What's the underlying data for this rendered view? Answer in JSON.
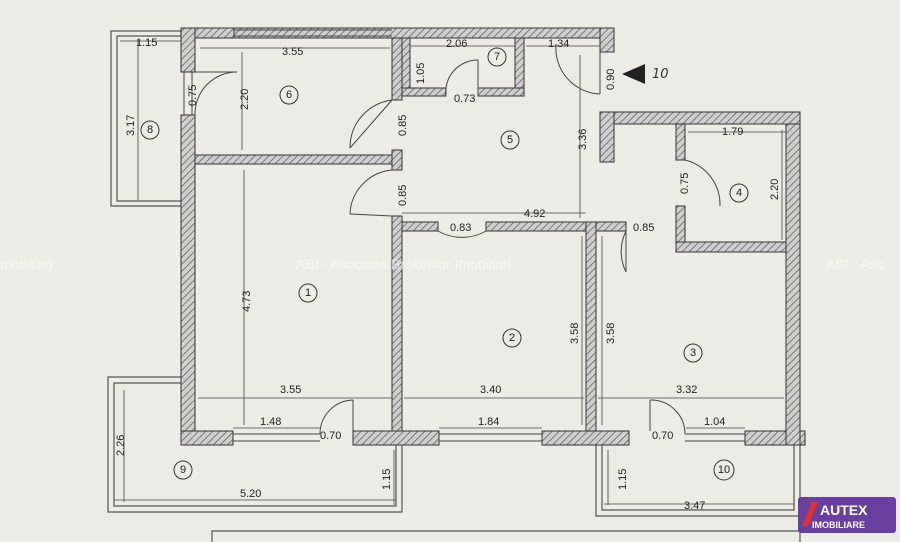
{
  "watermark": {
    "left": "mobiliari",
    "center": "ABI - Asociatia Brokerilor Imobiliari",
    "right": "ABI - Aso"
  },
  "handwritten_mark": "10",
  "logo": {
    "line1": "AUTEX",
    "line2": "IMOBILIARE",
    "color": "#6a3fa0"
  },
  "rooms": [
    {
      "id": "1",
      "label": "1"
    },
    {
      "id": "2",
      "label": "2"
    },
    {
      "id": "3",
      "label": "3"
    },
    {
      "id": "4",
      "label": "4"
    },
    {
      "id": "5",
      "label": "5"
    },
    {
      "id": "6",
      "label": "6"
    },
    {
      "id": "7",
      "label": "7"
    },
    {
      "id": "8",
      "label": "8"
    },
    {
      "id": "9",
      "label": "9"
    },
    {
      "id": "10",
      "label": "10"
    }
  ],
  "dimensions": {
    "d8_width": "1.15",
    "d6_width": "3.55",
    "d7_width": "2.06",
    "d_corridor_top": "1.34",
    "d_entry_door": "0.90",
    "d6_door": "0.75",
    "d6_height": "2.20",
    "d8_height": "3.17",
    "d7_door": "1.05",
    "d7_bottom": "0.73",
    "d5_door_left_top": "0.85",
    "d5_door_left_bottom": "0.85",
    "d5_height": "3.36",
    "d4_width": "1.79",
    "d4_door": "0.75",
    "d4_height": "2.20",
    "d5_width": "4.92",
    "d2_door": "0.83",
    "d3_door": "0.85",
    "d1_height": "4.73",
    "d2_height_right": "3.58",
    "d3_height_left": "3.58",
    "d1_width": "3.55",
    "d2_width": "3.40",
    "d3_width": "3.32",
    "d1_window": "1.48",
    "d1_balcony_door": "0.70",
    "d2_window": "1.84",
    "d3_balcony_door": "0.70",
    "d3_window": "1.04",
    "d9_height": "2.26",
    "d9_depth": "1.15",
    "d9_width": "5.20",
    "d10_depth": "1.15",
    "d10_width": "3.47"
  }
}
